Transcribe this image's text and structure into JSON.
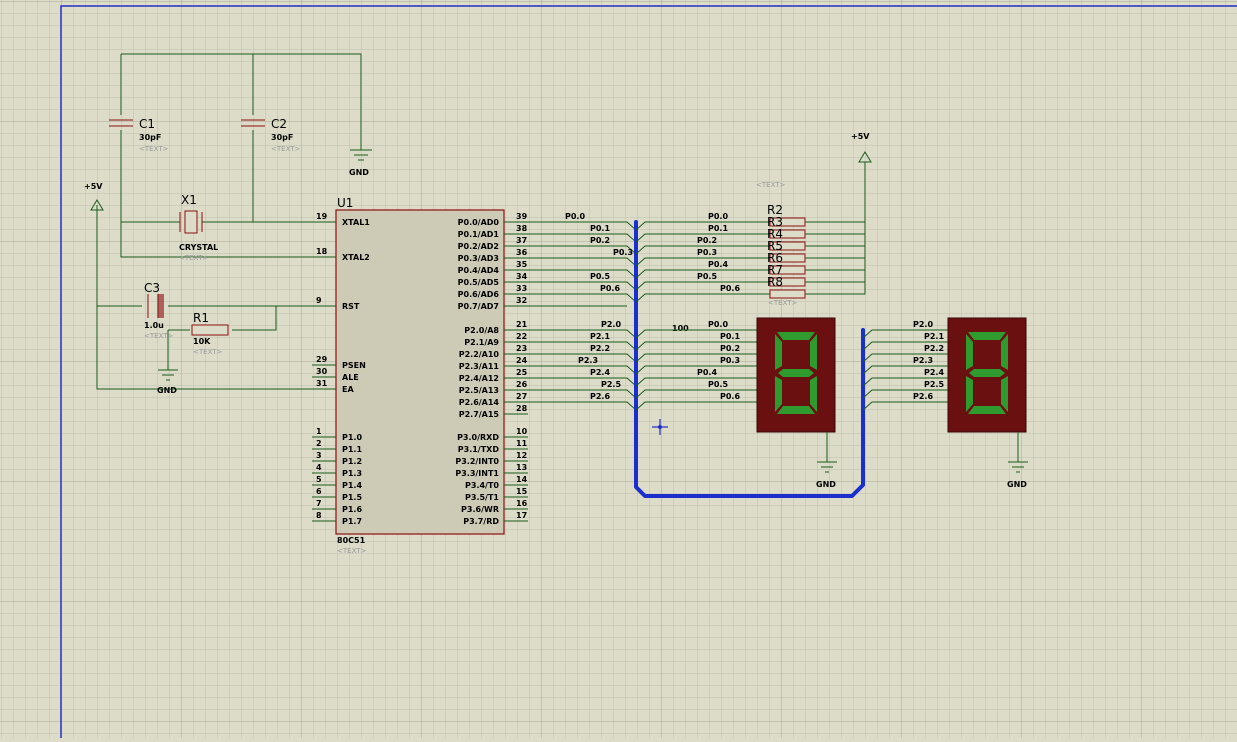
{
  "colors": {
    "background": "#dcdcc9",
    "wire": "#1a5c1a",
    "component_outline": "#8b1010",
    "chip_fill": "#cdcbb5",
    "bus": "#1c2fcc",
    "segment_on": "#2f9b2f",
    "display_body": "#6b1010"
  },
  "components": {
    "c1": {
      "ref": "C1",
      "value": "30pF",
      "text": "<TEXT>"
    },
    "c2": {
      "ref": "C2",
      "value": "30pF",
      "text": "<TEXT>"
    },
    "c3": {
      "ref": "C3",
      "value": "1.0u",
      "text": "<TEXT>"
    },
    "r1": {
      "ref": "R1",
      "value": "10K",
      "text": "<TEXT>"
    },
    "x1": {
      "ref": "X1",
      "value": "CRYSTAL",
      "text": "<TEXT>"
    },
    "u1": {
      "ref": "U1",
      "part": "80C51",
      "text": "<TEXT>"
    },
    "r2": {
      "ref": "R2",
      "text_top": "<TEXT>",
      "text_bottom": "<TEXT>",
      "resistors": [
        "R3",
        "R4",
        "R5",
        "R6",
        "R7",
        "R8"
      ]
    },
    "gnd": "GND",
    "vcc": "+5V",
    "bus_label": "100"
  },
  "u1_left_pins": [
    {
      "num": "19",
      "name": "XTAL1"
    },
    {
      "num": "18",
      "name": "XTAL2"
    },
    {
      "num": "9",
      "name": "RST"
    },
    {
      "num": "29",
      "name": "PSEN"
    },
    {
      "num": "30",
      "name": "ALE"
    },
    {
      "num": "31",
      "name": "EA"
    },
    {
      "num": "1",
      "name": "P1.0"
    },
    {
      "num": "2",
      "name": "P1.1"
    },
    {
      "num": "3",
      "name": "P1.2"
    },
    {
      "num": "4",
      "name": "P1.3"
    },
    {
      "num": "5",
      "name": "P1.4"
    },
    {
      "num": "6",
      "name": "P1.5"
    },
    {
      "num": "7",
      "name": "P1.6"
    },
    {
      "num": "8",
      "name": "P1.7"
    }
  ],
  "u1_right_pins": [
    {
      "num": "39",
      "name": "P0.0/AD0"
    },
    {
      "num": "38",
      "name": "P0.1/AD1"
    },
    {
      "num": "37",
      "name": "P0.2/AD2"
    },
    {
      "num": "36",
      "name": "P0.3/AD3"
    },
    {
      "num": "35",
      "name": "P0.4/AD4"
    },
    {
      "num": "34",
      "name": "P0.5/AD5"
    },
    {
      "num": "33",
      "name": "P0.6/AD6"
    },
    {
      "num": "32",
      "name": "P0.7/AD7"
    },
    {
      "num": "21",
      "name": "P2.0/A8"
    },
    {
      "num": "22",
      "name": "P2.1/A9"
    },
    {
      "num": "23",
      "name": "P2.2/A10"
    },
    {
      "num": "24",
      "name": "P2.3/A11"
    },
    {
      "num": "25",
      "name": "P2.4/A12"
    },
    {
      "num": "26",
      "name": "P2.5/A13"
    },
    {
      "num": "27",
      "name": "P2.6/A14"
    },
    {
      "num": "28",
      "name": "P2.7/A15"
    },
    {
      "num": "10",
      "name": "P3.0/RXD"
    },
    {
      "num": "11",
      "name": "P3.1/TXD"
    },
    {
      "num": "12",
      "name": "P3.2/INT0"
    },
    {
      "num": "13",
      "name": "P3.3/INT1"
    },
    {
      "num": "14",
      "name": "P3.4/T0"
    },
    {
      "num": "15",
      "name": "P3.5/T1"
    },
    {
      "num": "16",
      "name": "P3.6/WR"
    },
    {
      "num": "17",
      "name": "P3.7/RD"
    }
  ],
  "net_labels": {
    "p0_mcu": [
      "P0.0",
      "P0.1",
      "P0.2",
      "P0.3",
      "P0.5",
      "P0.6"
    ],
    "p0_res": [
      "P0.0",
      "P0.1",
      "P0.2",
      "P0.3",
      "P0.4",
      "P0.5",
      "P0.6"
    ],
    "p2_mcu": [
      "P2.0",
      "P2.1",
      "P2.2",
      "P2.3",
      "P2.4",
      "P2.5",
      "P2.6"
    ],
    "disp1": [
      "P0.0",
      "P0.1",
      "P0.2",
      "P0.3",
      "P0.4",
      "P0.5",
      "P0.6"
    ],
    "disp2": [
      "P2.0",
      "P2.1",
      "P2.2",
      "P2.3",
      "P2.4",
      "P2.5",
      "P2.6"
    ]
  },
  "displays": [
    {
      "digit": "8"
    },
    {
      "digit": "8"
    }
  ]
}
